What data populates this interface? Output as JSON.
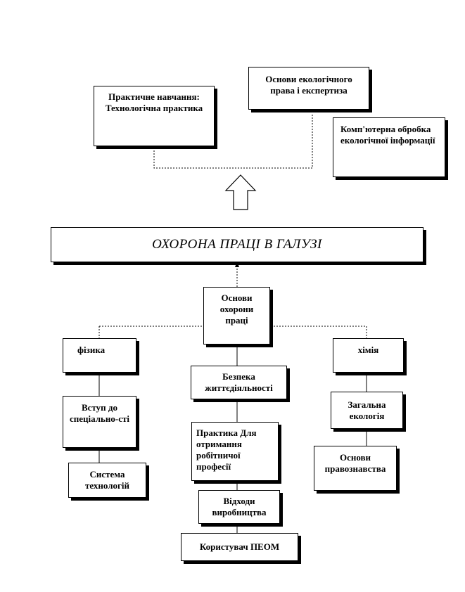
{
  "diagram": {
    "top": {
      "practical_training": "Практичне навчання: Технологічна практика",
      "ecology_law": "Основи екологічного права і експертиза",
      "computer_processing": "Комп'ютерна обробка екологічної інформації"
    },
    "main_title": "ОХОРОНА ПРАЦІ В ГАЛУЗІ",
    "center": {
      "labor_basics": "Основи охорони праці",
      "life_safety": "Безпека життєдіяльності",
      "practice_profession": "Практика Для отримання робітничої професії",
      "production_waste": "Відходи виробництва",
      "pc_user": "Користувач ПЕОМ"
    },
    "left": {
      "physics": "фізика",
      "intro_specialty": "Вступ до спеціально-сті",
      "tech_system": "Система технологій"
    },
    "right": {
      "chemistry": "хімія",
      "general_ecology": "Загальна екологія",
      "law_basics": "Основи правознавства"
    },
    "colors": {
      "line": "#000000",
      "box_fill": "#ffffff",
      "shadow": "#000000"
    }
  }
}
